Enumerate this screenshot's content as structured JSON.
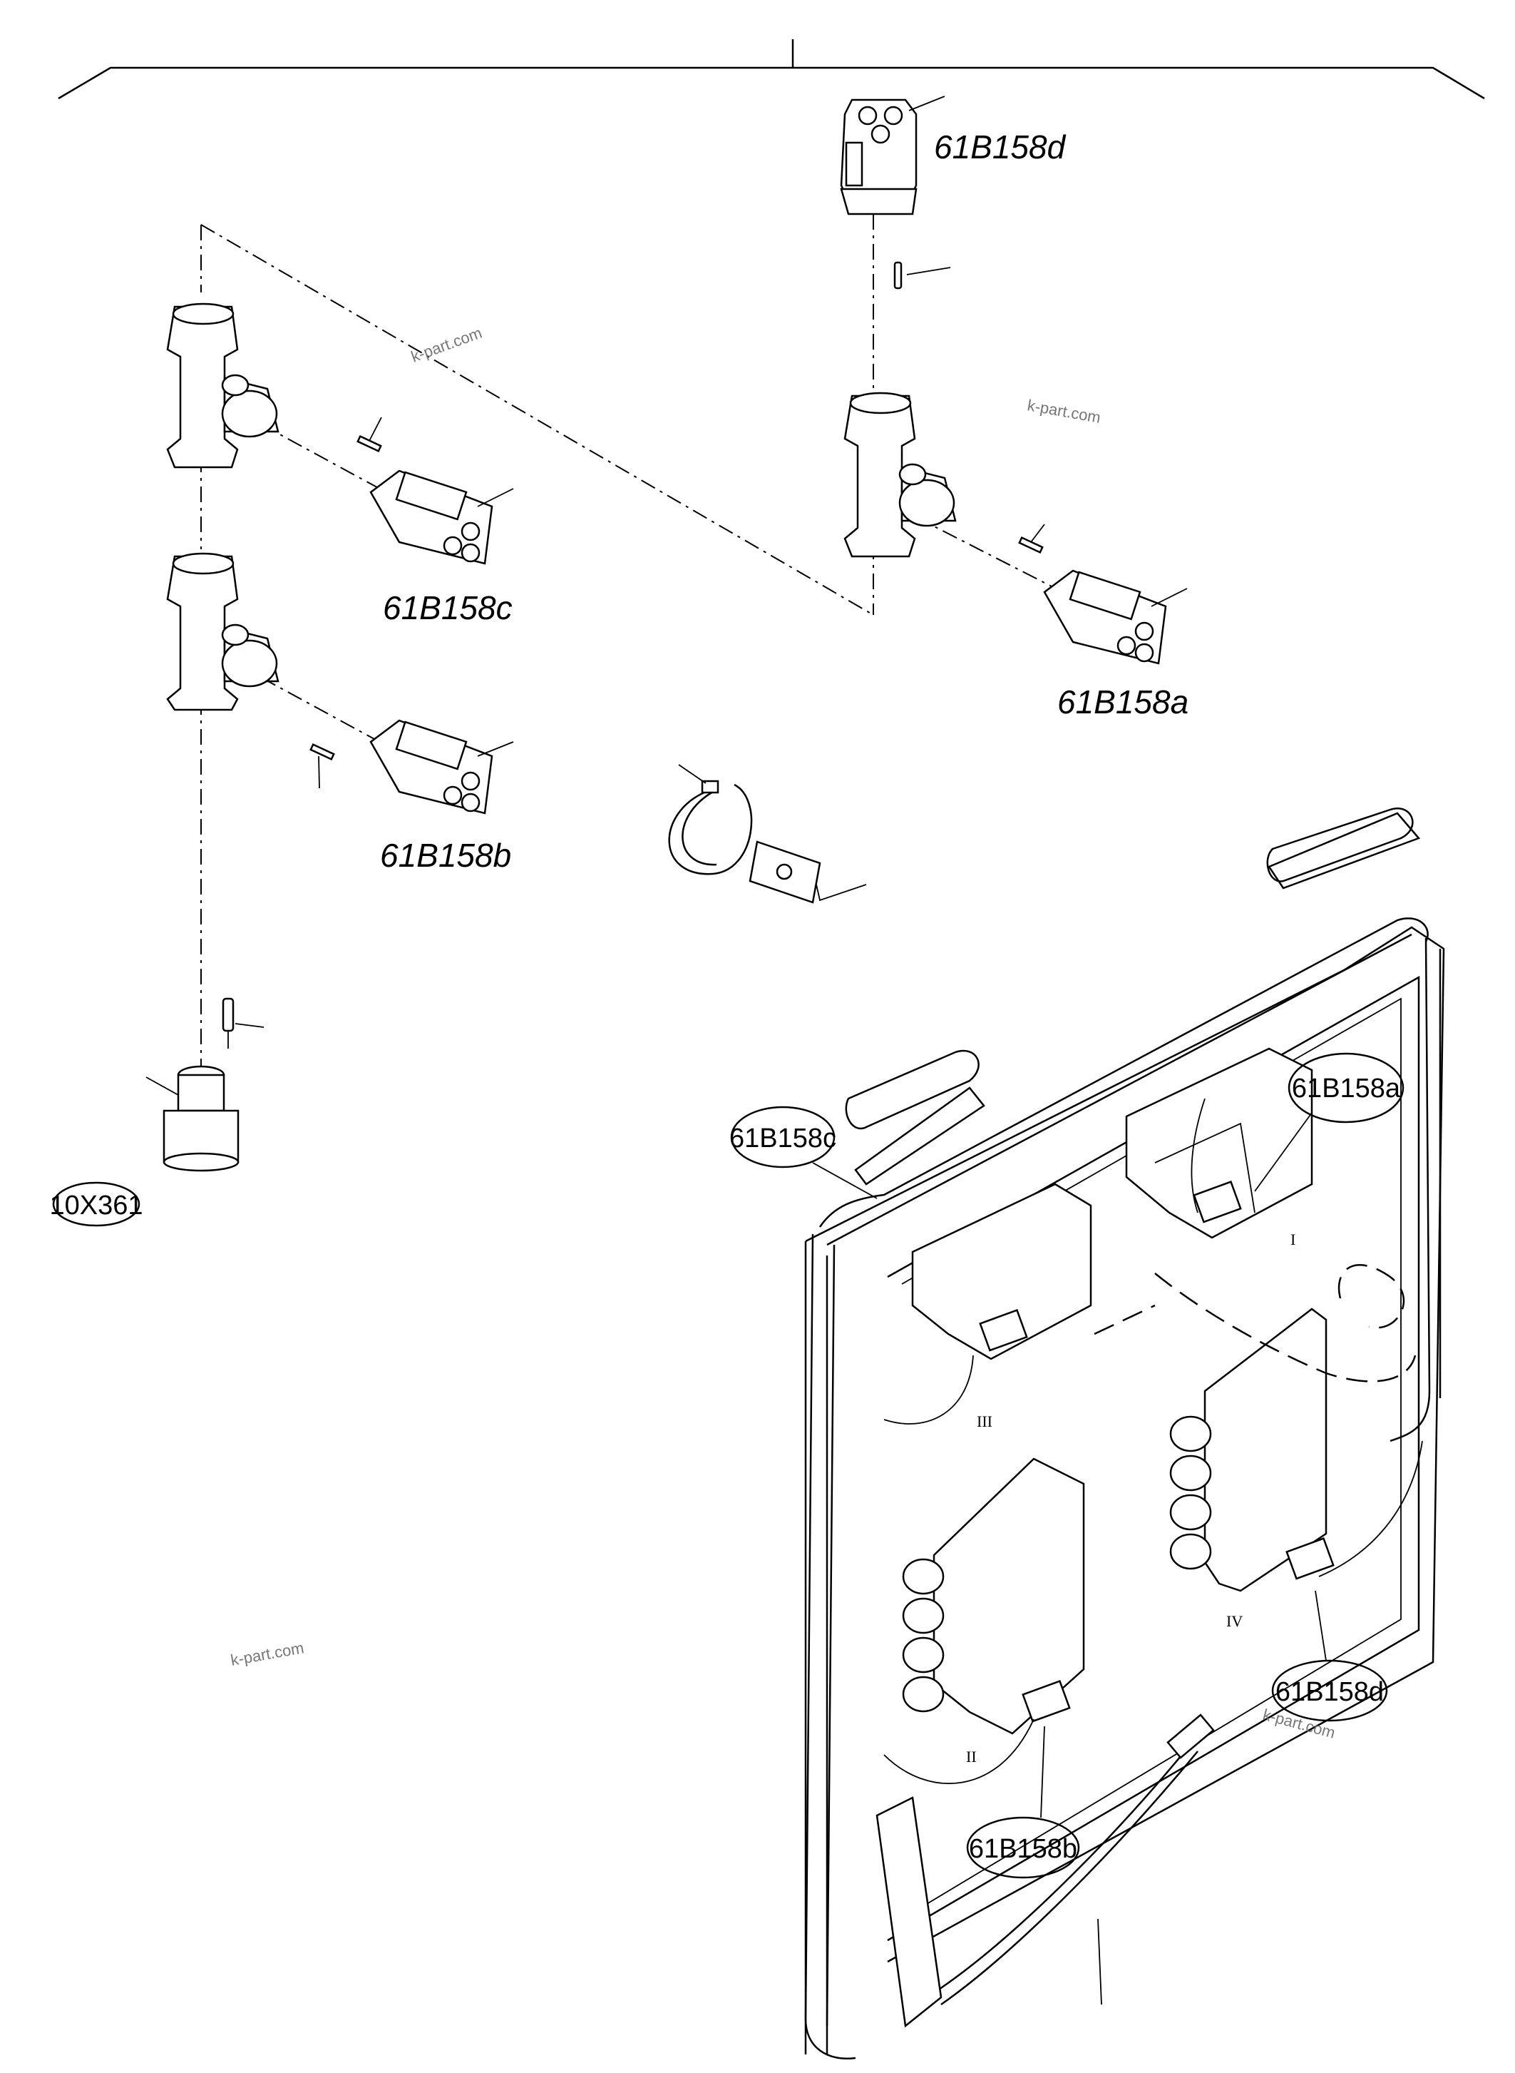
{
  "labels": {
    "part_61B158d": "61B158d",
    "part_61B158c": "61B158c",
    "part_61B158a": "61B158a",
    "part_61B158b": "61B158b",
    "bubble_10X361": "10X361",
    "bubble_61B158c": "61B158c",
    "bubble_61B158a": "61B158a",
    "bubble_61B158d": "61B158d",
    "bubble_61B158b": "61B158b"
  },
  "roman_numerals": {
    "block_1": "I",
    "block_2": "II",
    "block_3": "III",
    "block_4": "IV"
  },
  "watermarks": {
    "wm1": "k-part.com",
    "wm2": "k-part.com",
    "wm3": "k-part.com",
    "wm4": "k-part.com"
  }
}
